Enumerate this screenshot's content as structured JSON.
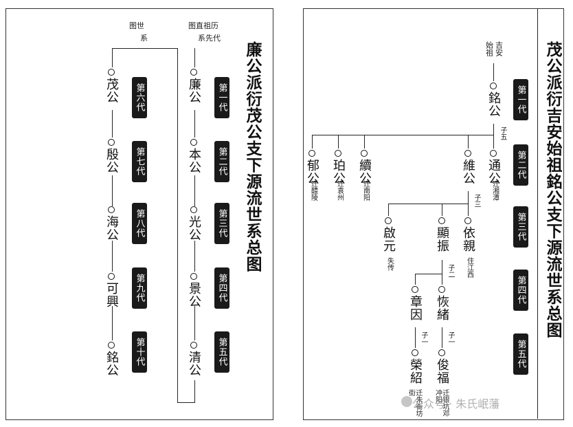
{
  "left_page": {
    "title": "廉公派衍茂公支下源流世系总图",
    "header_a": "图直祖历",
    "header_b": "系先代",
    "header_c": "图世",
    "header_d": "系",
    "gens_a": [
      "第一代",
      "第二代",
      "第三代",
      "第四代",
      "第五代"
    ],
    "gens_b": [
      "第六代",
      "第七代",
      "第八代",
      "第九代",
      "第十代"
    ],
    "people_a": [
      "廉公",
      "本公",
      "光公",
      "景公",
      "清公"
    ],
    "people_b": [
      "茂公",
      "殷公",
      "海公",
      "可興",
      "銘公"
    ]
  },
  "right_page": {
    "title": "茂公派衍吉安始祖銘公支下源流世系总图",
    "gens": [
      "第一代",
      "第二代",
      "第三代",
      "第四代",
      "第五代"
    ],
    "founder_label_a": "吉安",
    "founder_label_b": "始祖",
    "founder": "銘公",
    "sons_of_founder_note": "子五",
    "gen2": [
      {
        "name": "通公",
        "note": "迁湘潭"
      },
      {
        "name": "維公",
        "note": ""
      },
      {
        "name": "續公",
        "note": "迁南阳"
      },
      {
        "name": "珀公",
        "note": "迁袁州"
      },
      {
        "name": "郁公",
        "note": "迁醴陵"
      }
    ],
    "sons_of_wei_note": "子三",
    "gen3": [
      {
        "name": "依親",
        "note": "住江西"
      },
      {
        "name": "顯振",
        "note": ""
      },
      {
        "name": "啟元",
        "note": "失传"
      }
    ],
    "sons_of_yiqin_note": "子二",
    "gen4": [
      {
        "name": "恢緒",
        "note": ""
      },
      {
        "name": "章因",
        "note": ""
      }
    ],
    "son_a_note": "子一",
    "son_b_note": "子一",
    "gen5": [
      {
        "name": "俊福",
        "note": "迁银坑邓冲阳"
      },
      {
        "name": "榮紹",
        "note": "迁朱衙坊街"
      }
    ]
  },
  "watermark": "公众号 · 朱氏岷藩"
}
